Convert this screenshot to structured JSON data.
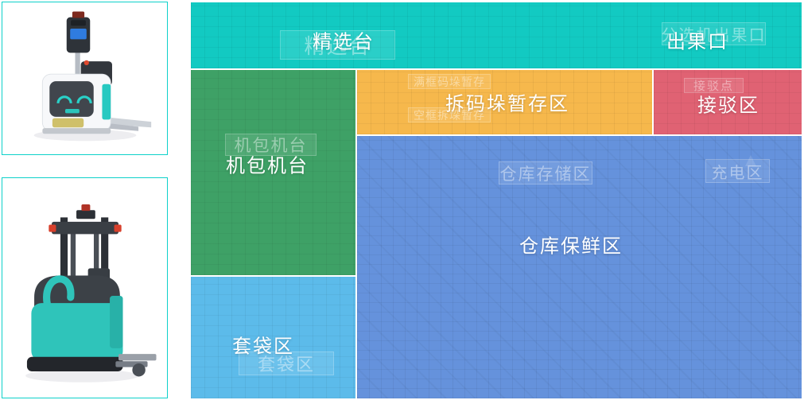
{
  "colors": {
    "accent_teal": "#12cac2",
    "zone_teal": "#12cac2",
    "zone_green": "#3ea166",
    "zone_orange": "#f6b84c",
    "zone_red": "#e06273",
    "zone_blue": "#6592dc",
    "zone_light_blue": "#5cbbea",
    "card_border": "#0ed1ca",
    "label_text": "#ffffff"
  },
  "products": [
    {
      "id": "pallet-truck-agv",
      "icon": "pallet-truck-robot-image"
    },
    {
      "id": "stacker-forklift-agv",
      "icon": "forklift-robot-image"
    }
  ],
  "map": {
    "zone_labels": {
      "selection_platform": "精选台",
      "fruit_outlet": "出果口",
      "depalletize_buffer": "拆码垛暂存区",
      "docking_zone": "接驳区",
      "bagging_machine": "机包机台",
      "warehouse_fresh": "仓库保鲜区",
      "bagging_zone": "套袋区"
    },
    "plan_labels": {
      "selection_platform": "精选台",
      "sorter_fruit_outlet": "分选机出果口",
      "full_crate_stack_buffer": "满框码垛暂存",
      "empty_crate_destack_buffer": "空框拆垛暂存",
      "docking_point": "接驳点",
      "bagging_machine": "机包机台",
      "warehouse_storage": "仓库存储区",
      "charging_zone": "充电区",
      "bagging_zone": "套袋区"
    }
  }
}
